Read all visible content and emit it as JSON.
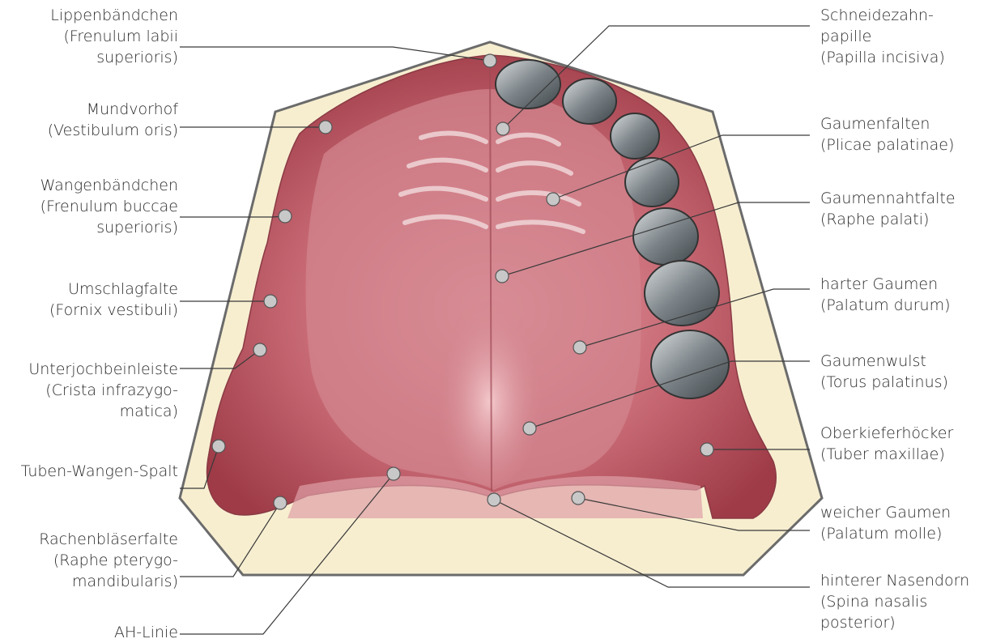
{
  "labels": {
    "lippenbaendchen": [
      "Lippenbändchen",
      "(Frenulum labii",
      "superioris)"
    ],
    "mundvorhof": [
      "Mundvorhof",
      "(Vestibulum oris)"
    ],
    "wangenbaendchen": [
      "Wangenbändchen",
      "(Frenulum buccae",
      "superioris)"
    ],
    "umschlagfalte": [
      "Umschlagfalte",
      "(Fornix vestibuli)"
    ],
    "unterjochbeinleiste": [
      "Unterjochbeinleiste",
      "(Crista infrazygo-",
      "matica)"
    ],
    "tuben_wangen_spalt": [
      "Tuben-Wangen-Spalt"
    ],
    "rachenblaeserfalte": [
      "Rachenbläserfalte",
      "(Raphe pterygo-",
      "mandibularis)"
    ],
    "ah_linie": [
      "AH-Linie"
    ],
    "schneidezahnpapille": [
      "Schneidezahn-",
      "papille",
      "(Papilla incisiva)"
    ],
    "gaumenfalten": [
      "Gaumenfalten",
      "(Plicae palatinae)"
    ],
    "gaumennahtfalte": [
      "Gaumennahtfalte",
      "(Raphe palati)"
    ],
    "harter_gaumen": [
      "harter Gaumen",
      "(Palatum durum)"
    ],
    "gaumenwulst": [
      "Gaumenwulst",
      "(Torus palatinus)"
    ],
    "oberkieferhoecker": [
      "Oberkieferhöcker",
      "(Tuber maxillae)"
    ],
    "weicher_gaumen": [
      "weicher Gaumen",
      "(Palatum molle)"
    ],
    "hinterer_nasendorn": [
      "hinterer Nasendorn",
      "(Spina nasalis",
      "posterior)"
    ]
  },
  "colors": {
    "model_base": "#f7eed0",
    "model_outline": "#6b6b6b",
    "gum": "#c9707a",
    "gum_dark": "#a8444f",
    "gum_light": "#f2c2c6",
    "marker": "#c8c8c8",
    "leader": "#3a3a3a",
    "tooth": "#8d9498"
  }
}
